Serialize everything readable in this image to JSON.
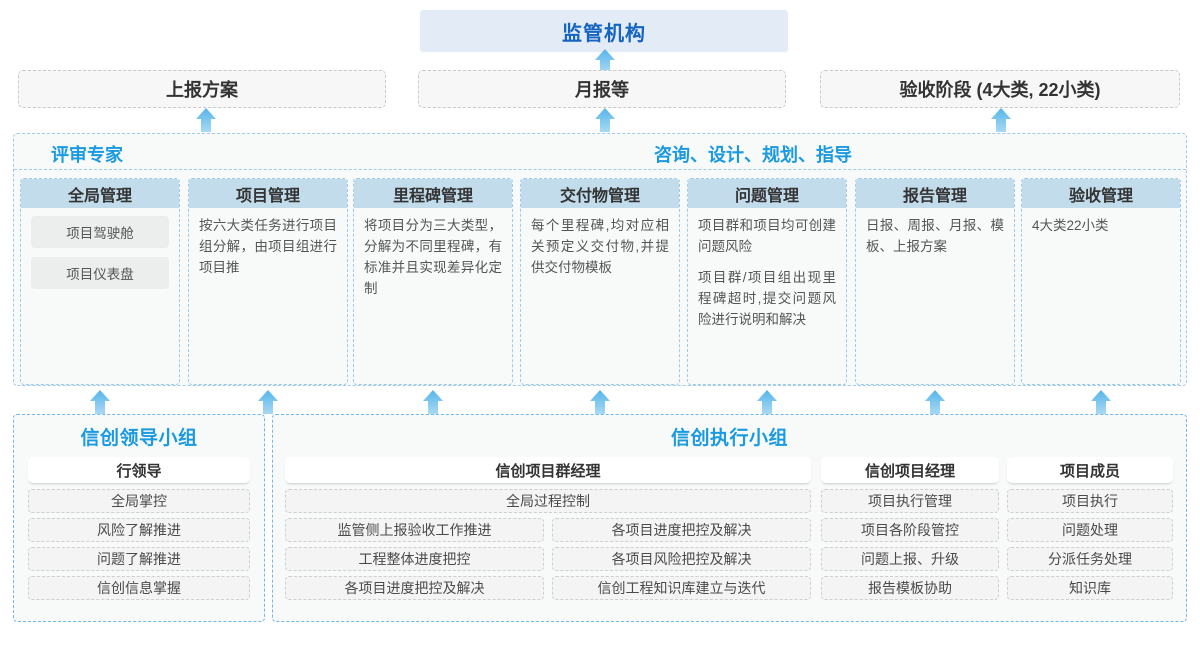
{
  "top": {
    "title": "监管机构"
  },
  "reports": [
    {
      "label": "上报方案"
    },
    {
      "label": "月报等"
    },
    {
      "label": "验收阶段 (4大类, 22小类)"
    }
  ],
  "middle": {
    "banner_left": "评审专家",
    "banner_right": "咨询、设计、规划、指导",
    "cards": [
      {
        "title": "全局管理",
        "pills": [
          "项目驾驶舱",
          "项目仪表盘"
        ],
        "paras": []
      },
      {
        "title": "项目管理",
        "pills": [],
        "paras": [
          "按六大类任务进行项目组分解，由项目组进行项目推"
        ]
      },
      {
        "title": "里程碑管理",
        "pills": [],
        "paras": [
          "将项目分为三大类型，分解为不同里程碑，有标准并且实现差异化定制"
        ]
      },
      {
        "title": "交付物管理",
        "pills": [],
        "paras": [
          "每个里程碑,均对应相关预定义交付物,并提供交付物模板"
        ]
      },
      {
        "title": "问题管理",
        "pills": [],
        "paras": [
          "项目群和项目均可创建问题风险",
          "项目群/项目组出现里程碑超时,提交问题风险进行说明和解决"
        ]
      },
      {
        "title": "报告管理",
        "pills": [],
        "paras": [
          "日报、周报、月报、模板、上报方案"
        ]
      },
      {
        "title": "验收管理",
        "pills": [],
        "paras": [
          "4大类22小类"
        ]
      }
    ]
  },
  "bottom": {
    "leader_group": {
      "title": "信创领导小组",
      "role": "行领导",
      "tasks": [
        "全局掌控",
        "风险了解推进",
        "问题了解推进",
        "信创信息掌握"
      ]
    },
    "exec_group": {
      "title": "信创执行小组",
      "program_manager": {
        "role": "信创项目群经理",
        "full_width_task": "全局过程控制",
        "rows": [
          [
            "监管侧上报验收工作推进",
            "各项目进度把控及解决"
          ],
          [
            "工程整体进度把控",
            "各项目风险把控及解决"
          ],
          [
            "各项目进度把控及解决",
            "信创工程知识库建立与迭代"
          ]
        ]
      },
      "project_manager": {
        "role": "信创项目经理",
        "tasks": [
          "项目执行管理",
          "项目各阶段管控",
          "问题上报、升级",
          "报告模板协助"
        ]
      },
      "member": {
        "role": "项目成员",
        "tasks": [
          "项目执行",
          "问题处理",
          "分派任务处理",
          "知识库"
        ]
      }
    }
  },
  "colors": {
    "accent_blue": "#1a9ae0",
    "title_blue": "#1565c0",
    "card_header": "#c2dcec",
    "arrow": "#4ab0e8"
  }
}
